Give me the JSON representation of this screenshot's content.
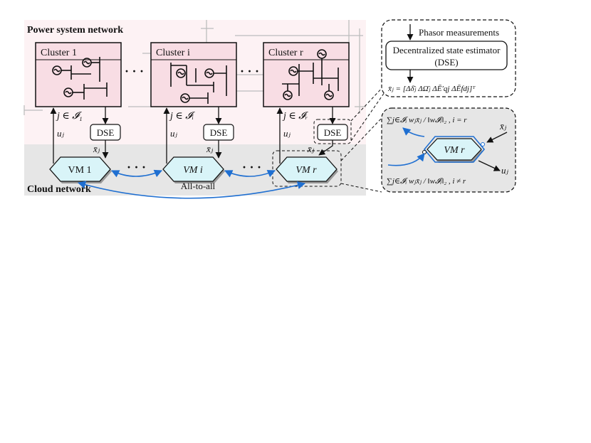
{
  "labels": {
    "power_title": "Power system network",
    "cloud_title": "Cloud network",
    "cluster_1": "Cluster 1",
    "cluster_i": "Cluster i",
    "cluster_r": "Cluster r",
    "dots": "· · ·",
    "dse": "DSE",
    "vm_1": "VM 1",
    "vm_i": "VM i",
    "vm_r": "VM r",
    "j_in_I1": "j ∈ 𝓘₁",
    "j_in_Ii": "j ∈ 𝓘ᵢ",
    "j_in_Ir": "j ∈ 𝓘ᵣ",
    "u_j": "uⱼ",
    "xbar_j": "x̄ⱼ",
    "all_to_all": "All-to-all",
    "phasor": "Phasor  measurements",
    "dse_full_line1": "Decentralized state estimator",
    "dse_full_line2": "(DSE)",
    "state_vector": "x̄ⱼ = [Δδ̄ⱼ  ΔΩ̄ⱼ  ΔĒ′qj  ΔĒfdj]ᵀ",
    "sum_top": "∑j∈𝓘ᵢ  wⱼx̄ⱼ / ‖w𝓘ᵢ‖₂ ,   i = r",
    "sum_bottom": "∑j∈𝓘ᵢ  wⱼx̄ⱼ / ‖w𝓘ᵢ‖₂ ,   i ≠ r"
  },
  "colors": {
    "cluster_fill": "#f8dde4",
    "power_bg": "#fdf2f4",
    "cloud_bg": "#e6e6e6",
    "vm_fill": "#d9f4f8",
    "arrow_blue": "#1f6fd1"
  }
}
